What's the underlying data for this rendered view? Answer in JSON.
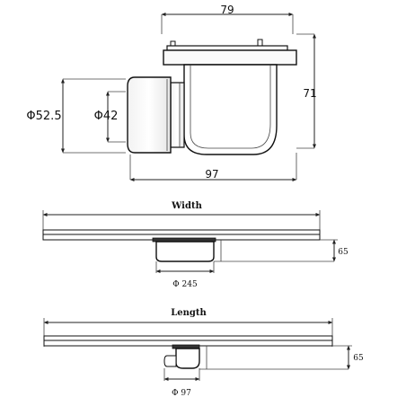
{
  "drain_view": {
    "dim_top": "79",
    "dim_right": "71",
    "dim_bottom": "97",
    "dim_outer_dia": "Φ52.5",
    "dim_inner_dia": "Φ42"
  },
  "channel_width_view": {
    "label": "Width",
    "dim_height": "65",
    "dim_outlet": "Φ 245"
  },
  "channel_length_view": {
    "label": "Length",
    "dim_height": "65",
    "dim_outlet": "Φ 97"
  }
}
